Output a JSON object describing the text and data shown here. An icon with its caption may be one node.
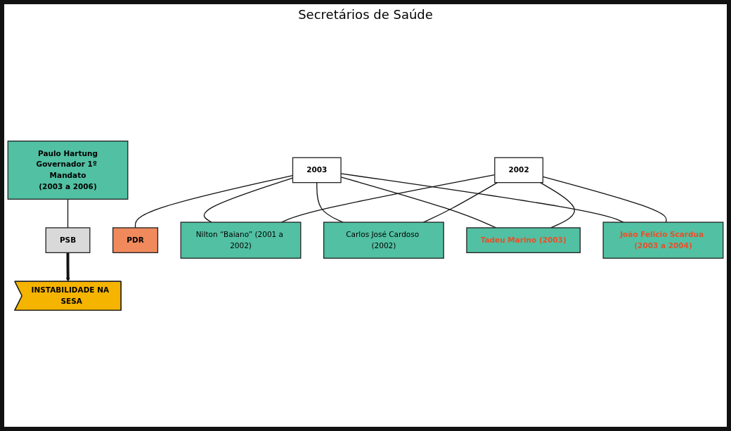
{
  "diagram": {
    "nodes": [
      {
        "text": [
          "Paulo Hartung",
          "Governador 1º Mandato",
          "(2003 a 2006)"
        ]
      },
      {
        "text": [
          "PSB"
        ]
      },
      {
        "text": [
          "2002"
        ]
      },
      {
        "text": [
          "INSTABILIDADE NA SESA"
        ]
      },
      {
        "text": [
          "2003"
        ]
      },
      {
        "text": [
          "PDR"
        ]
      },
      {
        "text": [
          "Nilton “Baiano” (2001 a 2002)"
        ]
      },
      {
        "text": [
          "Carlos José Cardoso (2002)"
        ]
      },
      {
        "text": [
          "Tadeu Marino (2003)"
        ]
      },
      {
        "text": [
          "João Felicio Scardua (2003 a 2004)"
        ]
      }
    ],
    "edges": [
      {
        "from": 0,
        "to": 1,
        "arrow": "none"
      },
      {
        "from": 1,
        "to": 3,
        "arrow": "to",
        "style": "thick"
      },
      {
        "from": 4,
        "to": 5,
        "arrow": "none"
      },
      {
        "from": 2,
        "to": 6,
        "arrow": "none"
      },
      {
        "from": 2,
        "to": 7,
        "arrow": "none"
      },
      {
        "from": 2,
        "to": 8,
        "arrow": "none"
      },
      {
        "from": 2,
        "to": 9,
        "arrow": "none"
      },
      {
        "from": 4,
        "to": 6,
        "arrow": "none"
      },
      {
        "from": 4,
        "to": 7,
        "arrow": "none"
      },
      {
        "from": 4,
        "to": 8,
        "arrow": "none"
      },
      {
        "from": 4,
        "to": 9,
        "arrow": "none"
      }
    ],
    "labels": [
      "Secretários de Saúde"
    ]
  }
}
